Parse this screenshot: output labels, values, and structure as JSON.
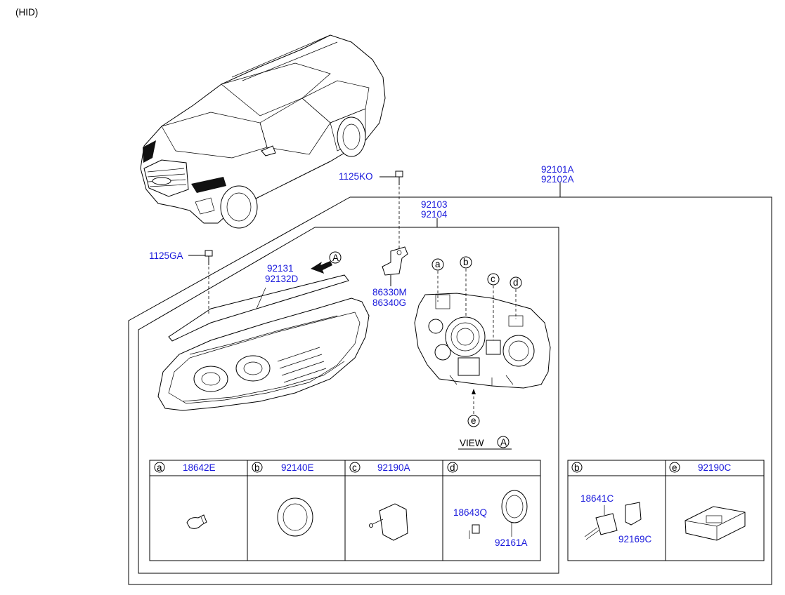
{
  "header": {
    "note": "(HID)"
  },
  "callouts": {
    "p92101": [
      "92101A",
      "92102A"
    ],
    "p92103": [
      "92103",
      "92104"
    ],
    "p1125KO": "1125KO",
    "p1125GA": "1125GA",
    "p92131": [
      "92131",
      "92132D"
    ],
    "p86330": [
      "86330M",
      "86340G"
    ],
    "view_marker": "A"
  },
  "view": {
    "label": "VIEW",
    "letter": "A",
    "markers": [
      "a",
      "b",
      "c",
      "d",
      "e"
    ]
  },
  "table_main": [
    {
      "letter": "a",
      "part": "18642E",
      "inner": []
    },
    {
      "letter": "b",
      "part": "92140E",
      "inner": []
    },
    {
      "letter": "c",
      "part": "92190A",
      "inner": []
    },
    {
      "letter": "d",
      "part": "",
      "inner": [
        "18643Q",
        "92161A"
      ]
    }
  ],
  "table_side": [
    {
      "letter": "b",
      "part": "",
      "inner": [
        "18641C",
        "92169C"
      ]
    },
    {
      "letter": "e",
      "part": "92190C",
      "inner": []
    }
  ]
}
